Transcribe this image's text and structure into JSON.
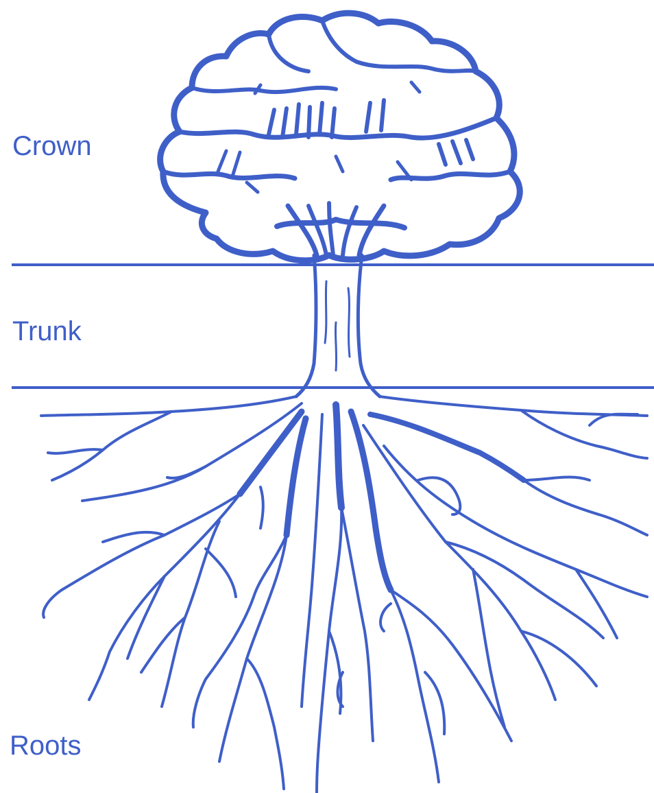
{
  "labels": {
    "crown": "Crown",
    "trunk": "Trunk",
    "roots": "Roots"
  },
  "colors": {
    "ink": "#3f5fc8",
    "background": "#ffffff"
  }
}
